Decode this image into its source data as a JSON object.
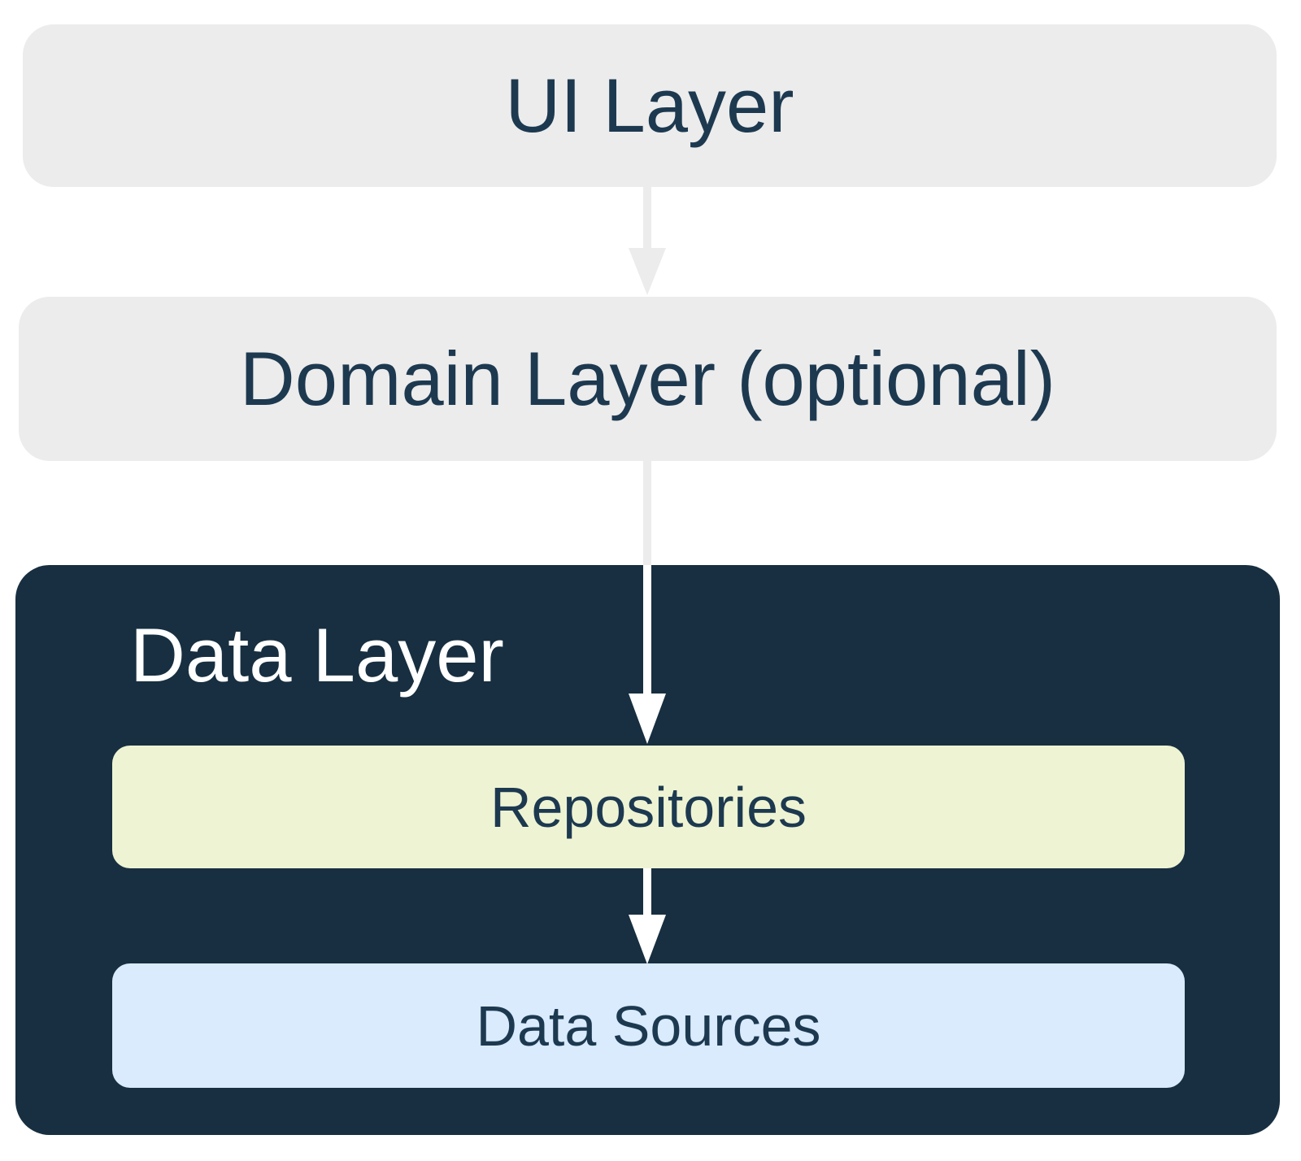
{
  "colors": {
    "background": "#ffffff",
    "layer_gray": "#ececec",
    "navy": "#172f40",
    "pale_green": "#eef4d3",
    "pale_blue": "#d9ebfd",
    "text_navy": "#1d3950",
    "arrow_gray": "#ececec",
    "arrow_white": "#ffffff"
  },
  "layers": {
    "ui": {
      "label": "UI Layer"
    },
    "domain": {
      "label": "Domain Layer (optional)"
    },
    "data": {
      "label": "Data Layer",
      "children": {
        "repositories": {
          "label": "Repositories"
        },
        "data_sources": {
          "label": "Data Sources"
        }
      }
    }
  }
}
